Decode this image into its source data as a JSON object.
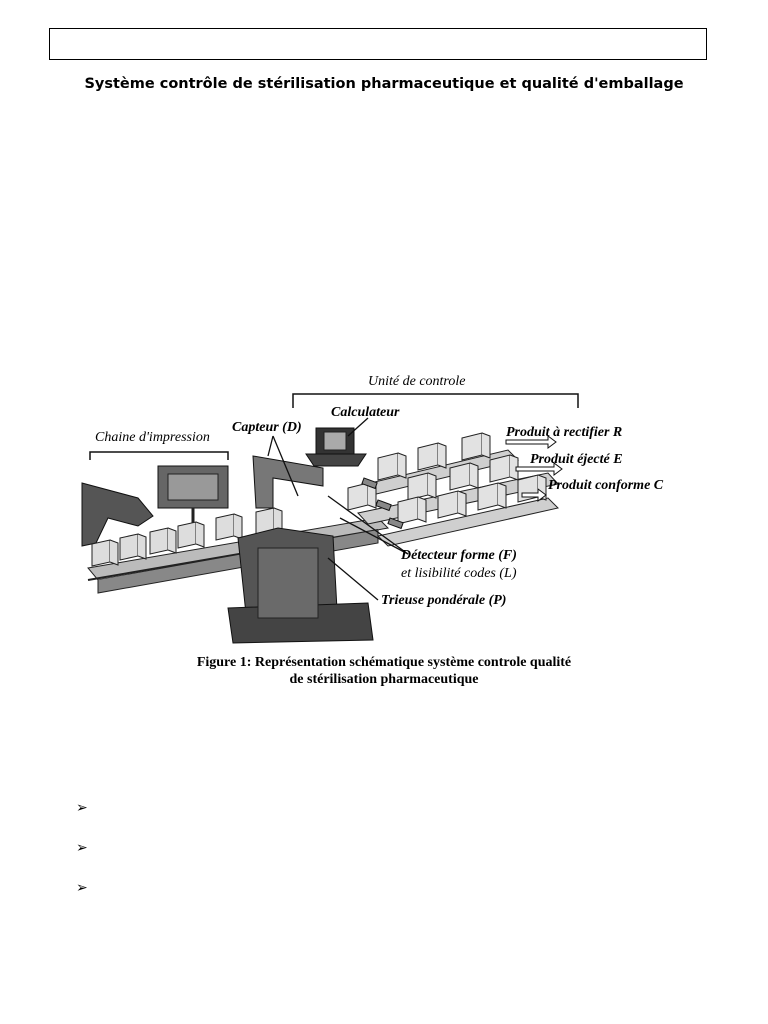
{
  "document": {
    "title": "Système contrôle de stérilisation pharmaceutique et qualité d'emballage"
  },
  "figure": {
    "labels": {
      "unite_controle": "Unité de controle",
      "calculateur": "Calculateur",
      "capteur": "Capteur (D)",
      "chaine_impression": "Chaine d'impression",
      "produit_rectifier": "Produit à rectifier R",
      "produit_ejecte": "Produit éjecté E",
      "produit_conforme": "Produit conforme C",
      "detecteur_forme": "Détecteur forme (F)",
      "lisibilite_codes": "et lisibilité codes (L)",
      "trieuse": "Trieuse pondérale (P)"
    },
    "caption_line1": "Figure 1: Représentation schématique système controle qualité",
    "caption_line2": "de stérilisation pharmaceutique"
  },
  "bullets": {
    "glyph": "➢"
  }
}
